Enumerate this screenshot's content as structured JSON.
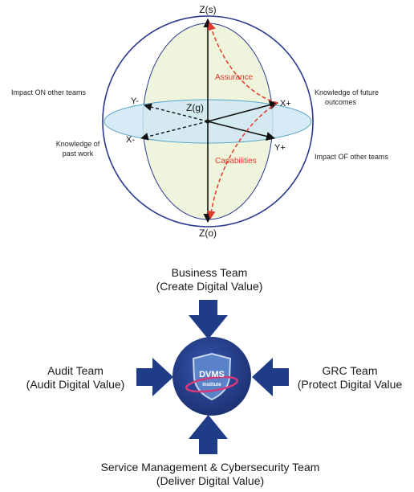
{
  "sphere": {
    "axes": {
      "z_top": "Z(s)",
      "z_bottom": "Z(o)",
      "center": "Z(g)",
      "x_pos": "X+",
      "x_neg": "X-",
      "y_pos": "Y+",
      "y_neg": "Y-"
    },
    "curve_labels": {
      "assurance": "Assurance",
      "capabilities": "Capabilities"
    },
    "side_labels": {
      "impact_on": "Impact ON other teams",
      "knowledge_past_1": "Knowledge of",
      "knowledge_past_2": "past work",
      "knowledge_future_1": "Knowledge of future",
      "knowledge_future_2": "outcomes",
      "impact_of": "Impact OF other teams"
    }
  },
  "teams": {
    "top": {
      "line1": "Business Team",
      "line2": "(Create Digital Value)"
    },
    "left": {
      "line1": "Audit Team",
      "line2": "(Audit Digital Value)"
    },
    "right": {
      "line1": "GRC Team",
      "line2": "(Protect Digital Value"
    },
    "bottom": {
      "line1": "Service Management & Cybersecurity Team",
      "line2": "(Deliver Digital Value)"
    }
  },
  "logo": {
    "name": "DVMS",
    "sub": "Institute"
  },
  "colors": {
    "circle_stroke": "#2b3a8f",
    "equator_fill": "#cfe8f3",
    "meridian_fill": "#eef5dc",
    "red_dash": "#e23a2e",
    "arrow_fill": "#1f3c87",
    "badge_fill": "#1f3c87"
  }
}
